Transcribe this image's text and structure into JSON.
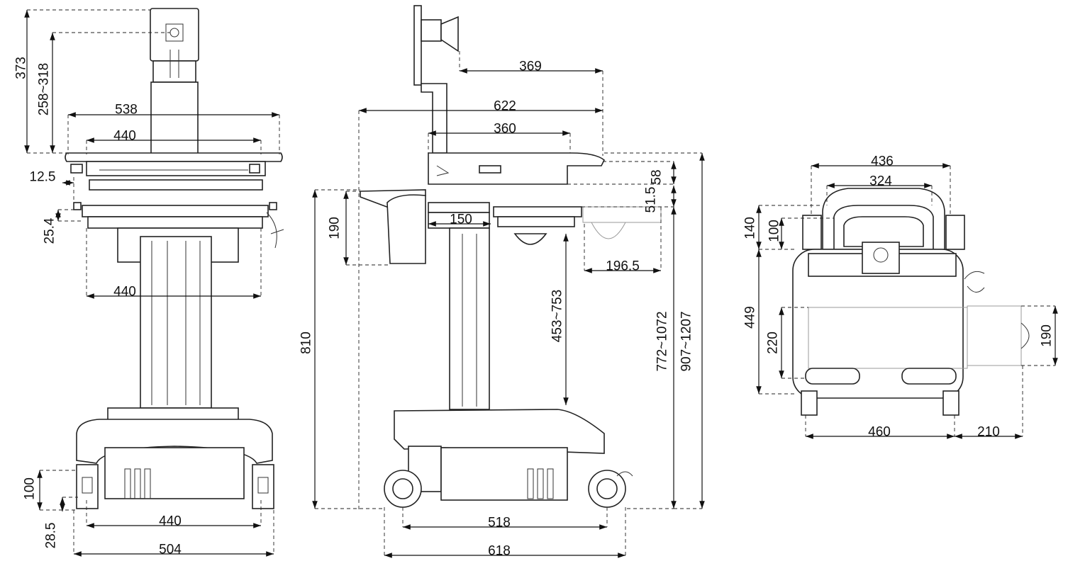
{
  "dimensions": {
    "front_view": {
      "monitor_height": "373",
      "monitor_range": "258~318",
      "tray_width": "538",
      "tray_inner_width": "440",
      "keyboard_offset": "12.5",
      "keyboard_step": "25.4",
      "column_width": "440",
      "wheel_height": "100",
      "caster_offset": "28.5",
      "wheelbase_inner": "440",
      "base_width": "504"
    },
    "side_view": {
      "monitor_reach": "369",
      "overall_depth": "622",
      "tray_depth": "360",
      "bin_width": "150",
      "bin_height": "190",
      "keyboard_extension": "196.5",
      "keyboard_height_range": "453~753",
      "bin_floor_height": "810",
      "tray_gap_1": "58",
      "tray_gap_2": "51.5",
      "worksurface_height_range": "772~1072",
      "overall_height_range": "907~1207",
      "wheelbase_depth": "518",
      "base_depth": "618"
    },
    "top_view": {
      "handle_outer_width": "436",
      "handle_inner_width": "324",
      "handle_depth": "140",
      "handle_inner_depth": "100",
      "body_depth": "449",
      "drawer_depth": "220",
      "side_tray_depth": "190",
      "body_width": "460",
      "side_tray_width": "210"
    }
  }
}
